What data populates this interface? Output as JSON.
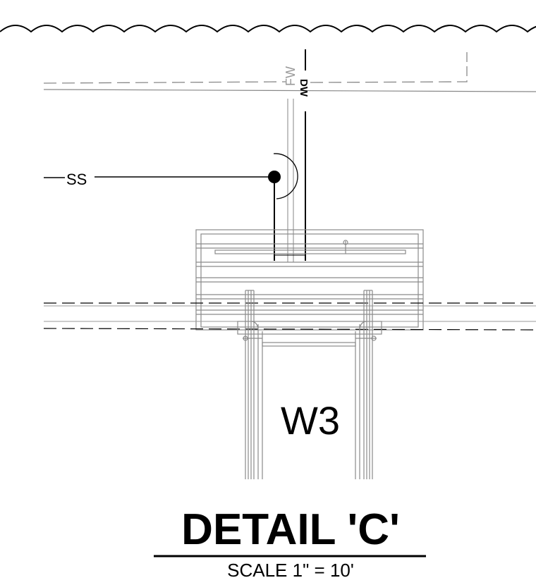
{
  "labels": {
    "fw": "FW",
    "dw": "DW",
    "ss": "SS",
    "room": "W3"
  },
  "title": {
    "main": "DETAIL 'C'",
    "scale": "SCALE 1\" = 10'"
  }
}
